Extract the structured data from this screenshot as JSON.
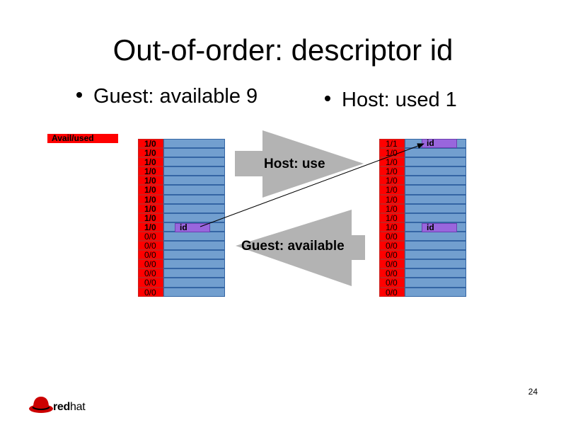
{
  "slide": {
    "title": "Out-of-order: descriptor id",
    "bullets": [
      "Guest: available 9",
      "Host: used 1"
    ],
    "legend_label": "Avail/used",
    "arrow_labels": {
      "host_use": "Host: use",
      "guest_available": "Guest: available"
    },
    "page_number": "24",
    "logo": {
      "text_bold": "red",
      "text_regular": "hat"
    },
    "colors": {
      "flag": "#ff0000",
      "slot": "#729fcf",
      "id": "#9966dd",
      "arrow": "#b3b3b3"
    }
  },
  "left_ring": {
    "flags": [
      "1/0",
      "1/0",
      "1/0",
      "1/0",
      "1/0",
      "1/0",
      "1/0",
      "1/0",
      "1/0",
      "1/0",
      "0/0",
      "0/0",
      "0/0",
      "0/0",
      "0/0",
      "0/0",
      "0/0"
    ],
    "bold_count": 10,
    "id_label": "id"
  },
  "right_ring": {
    "flags": [
      "1/1",
      "1/0",
      "1/0",
      "1/0",
      "1/0",
      "1/0",
      "1/0",
      "1/0",
      "1/0",
      "1/0",
      "0/0",
      "0/0",
      "0/0",
      "0/0",
      "0/0",
      "0/0",
      "0/0"
    ],
    "bold_count": 0,
    "id_labels": [
      "id",
      "id"
    ]
  }
}
